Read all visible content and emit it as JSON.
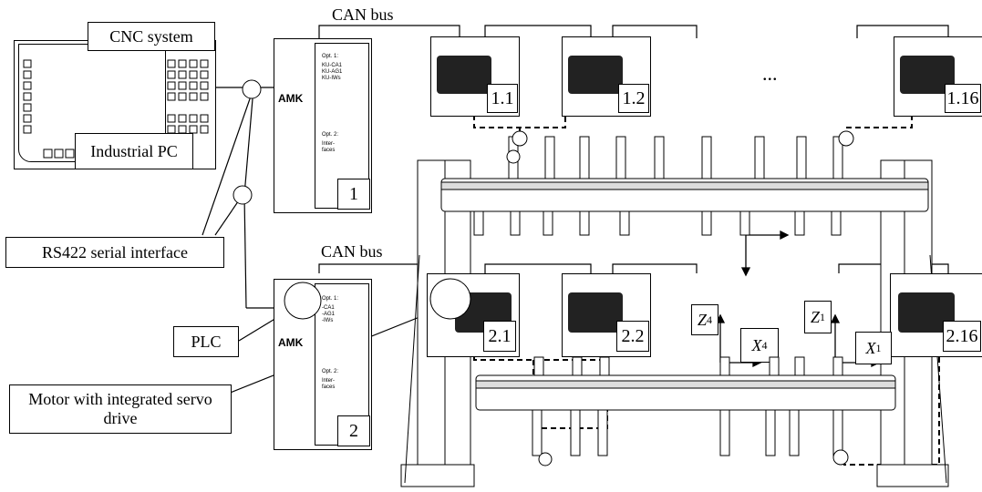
{
  "labels": {
    "can_bus_top": "CAN bus",
    "can_bus_bottom": "CAN bus",
    "cnc_system": "CNC system",
    "industrial_pc": "Industrial PC",
    "rs422": "RS422 serial interface",
    "plc": "PLC",
    "motor_servo": "Motor with integrated servo drive",
    "ellipsis": "..."
  },
  "controllers": {
    "c1": {
      "number": "1",
      "amk": "AMK",
      "opt1": "Opt. 1:",
      "opt1_items": "KU-CA1\nKU-AG1\nKU-IWs",
      "opt2": "Opt. 2:",
      "opt2_items": "Inter-\nfaces"
    },
    "c2": {
      "number": "2",
      "amk": "AMK",
      "opt1": "Opt. 1:",
      "opt1_items": "-CA1\n-AG1\n-IWs",
      "opt2": "Opt. 2:",
      "opt2_items": "Inter-\nfaces"
    }
  },
  "motors": {
    "top": [
      "1.1",
      "1.2",
      "1.16"
    ],
    "bottom": [
      "2.1",
      "2.2",
      "2.16"
    ]
  },
  "axes": {
    "z4": {
      "letter": "Z",
      "sub": "4"
    },
    "x4": {
      "letter": "X",
      "sub": "4"
    },
    "z1": {
      "letter": "Z",
      "sub": "1"
    },
    "x1": {
      "letter": "X",
      "sub": "1"
    }
  }
}
